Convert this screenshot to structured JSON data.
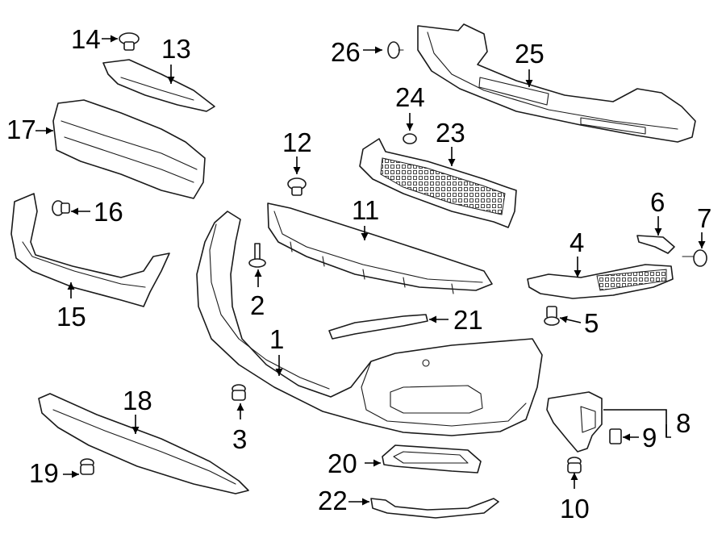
{
  "diagram": {
    "callouts": [
      {
        "id": "1",
        "label": "1"
      },
      {
        "id": "2",
        "label": "2"
      },
      {
        "id": "3",
        "label": "3"
      },
      {
        "id": "4",
        "label": "4"
      },
      {
        "id": "5",
        "label": "5"
      },
      {
        "id": "6",
        "label": "6"
      },
      {
        "id": "7",
        "label": "7"
      },
      {
        "id": "8",
        "label": "8"
      },
      {
        "id": "9",
        "label": "9"
      },
      {
        "id": "10",
        "label": "10"
      },
      {
        "id": "11",
        "label": "11"
      },
      {
        "id": "12",
        "label": "12"
      },
      {
        "id": "13",
        "label": "13"
      },
      {
        "id": "14",
        "label": "14"
      },
      {
        "id": "15",
        "label": "15"
      },
      {
        "id": "16",
        "label": "16"
      },
      {
        "id": "17",
        "label": "17"
      },
      {
        "id": "18",
        "label": "18"
      },
      {
        "id": "19",
        "label": "19"
      },
      {
        "id": "20",
        "label": "20"
      },
      {
        "id": "21",
        "label": "21"
      },
      {
        "id": "22",
        "label": "22"
      },
      {
        "id": "23",
        "label": "23"
      },
      {
        "id": "24",
        "label": "24"
      },
      {
        "id": "25",
        "label": "25"
      },
      {
        "id": "26",
        "label": "26"
      }
    ],
    "colors": {
      "line": "#1a1a1a",
      "text": "#000000",
      "background": "#ffffff"
    }
  }
}
